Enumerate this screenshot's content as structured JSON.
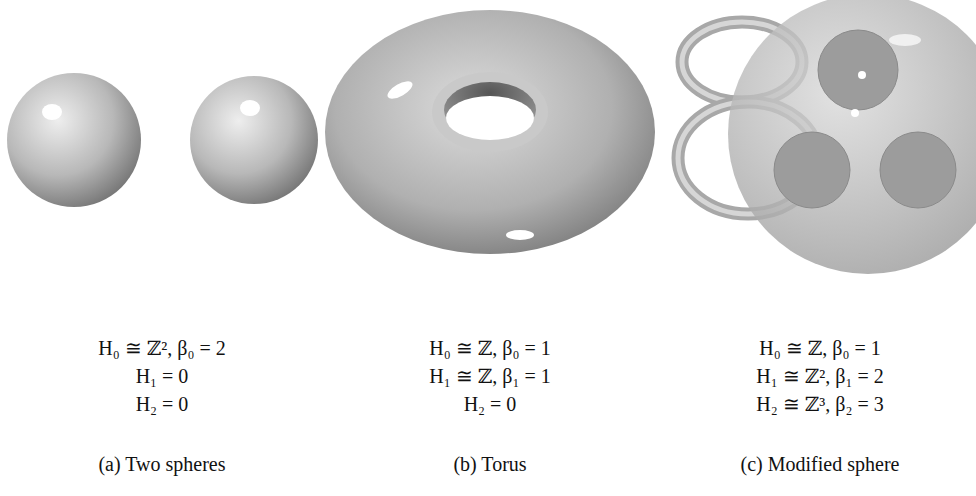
{
  "diagram": {
    "labels": [
      "H₀ ≅ ℤ², β₀ = 2",
      "H₁ = 0",
      "H₂ = 0",
      "(a) Two spheres",
      "H₀ ≅ ℤ, β₀ = 1",
      "H₁ ≅ ℤ, β₁ = 1",
      "H₂ = 0",
      "(b) Torus",
      "H₀ ≅ ℤ, β₀ = 1",
      "H₁ ≅ ℤ², β₁ = 2",
      "H₂ ≅ ℤ³, β₂ = 3",
      "(c) Modified sphere"
    ]
  }
}
